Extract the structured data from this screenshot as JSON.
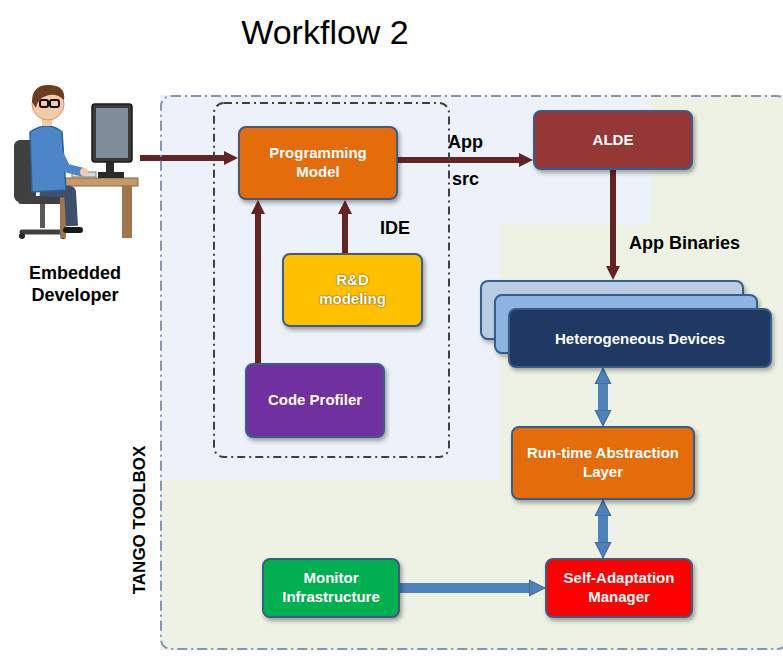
{
  "diagram": {
    "title": "Workflow 2",
    "nodes": [
      {
        "text": [
          "Embedded Developer"
        ]
      },
      {
        "text": [
          "TANGO TOOLBOX"
        ]
      },
      {
        "text": [
          "IDE"
        ],
        "in": 1
      },
      {
        "text": [
          "Programming Model"
        ],
        "in": 2
      },
      {
        "text": [
          "ALDE"
        ],
        "in": 1
      },
      {
        "text": [
          "R&D modeling"
        ],
        "in": 2
      },
      {
        "text": [
          "Heterogeneous Devices"
        ],
        "in": 1
      },
      {
        "text": [
          "Code Profiler"
        ],
        "in": 2
      },
      {
        "text": [
          "Run-time Abstraction Layer"
        ],
        "in": 1
      },
      {
        "text": [
          "Monitor Infrastructure"
        ],
        "in": 1
      },
      {
        "text": [
          "Self-Adaptation Manager"
        ],
        "in": 1
      }
    ],
    "edges": [
      {
        "from": 0,
        "to": 3,
        "arrow": "to"
      },
      {
        "from": 3,
        "to": 4,
        "label": "App",
        "arrow": "to"
      },
      {
        "from": 4,
        "to": 6,
        "label": "App Binaries",
        "arrow": "to"
      },
      {
        "from": 5,
        "to": 3,
        "arrow": "to"
      },
      {
        "from": 7,
        "to": 3,
        "arrow": "to"
      },
      {
        "from": 6,
        "to": 8,
        "arrow": "both"
      },
      {
        "from": 8,
        "to": 10,
        "arrow": "both"
      },
      {
        "from": 9,
        "to": 10,
        "arrow": "to"
      }
    ],
    "labels": [
      "src"
    ]
  }
}
